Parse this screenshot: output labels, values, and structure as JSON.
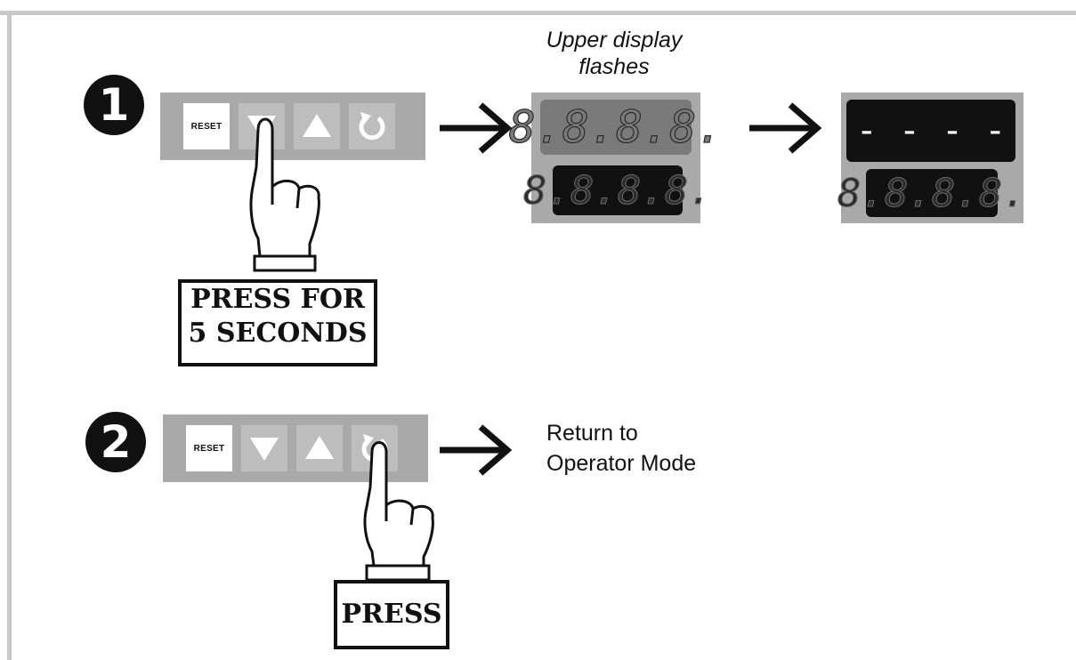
{
  "step1": {
    "number": "1",
    "keypad": {
      "reset_label": "RESET",
      "keys": [
        "down-triangle-icon",
        "up-triangle-icon",
        "cycle-icon"
      ]
    },
    "caption": "Upper display\nflashes",
    "upper_display_flash": "8.8.8.8.",
    "lower_display": "8.8.8.8.",
    "upper_display_result": "- - - -",
    "lower_display_result": "8.8.8.8.",
    "press_label": "PRESS FOR\n5 SECONDS"
  },
  "step2": {
    "number": "2",
    "keypad": {
      "reset_label": "RESET",
      "keys": [
        "down-triangle-icon",
        "up-triangle-icon",
        "cycle-icon"
      ]
    },
    "result_text": "Return to\nOperator Mode",
    "press_label": "PRESS"
  },
  "colors": {
    "panel": "#a9a9a9",
    "key": "#bdbdbd",
    "display": "#111111",
    "flash_display": "#7a7a7a"
  }
}
